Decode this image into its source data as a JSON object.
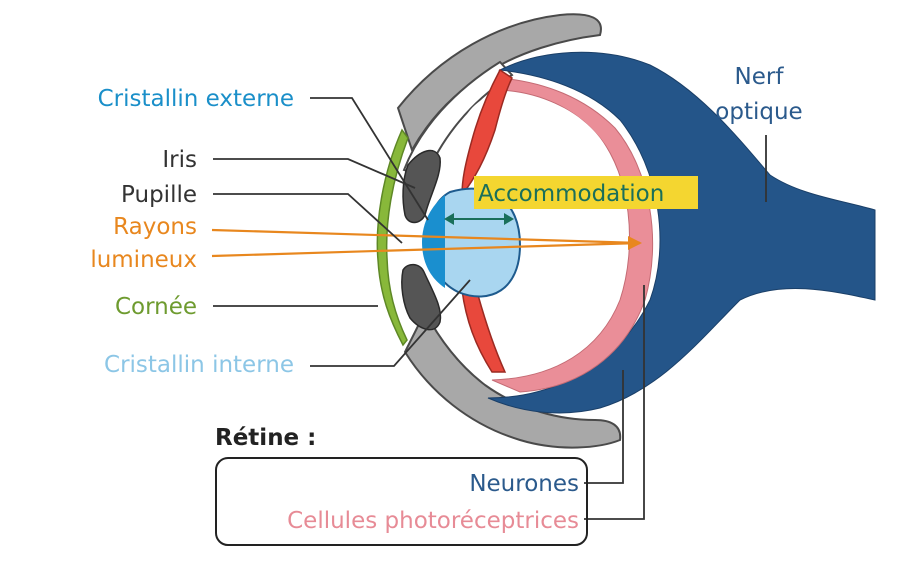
{
  "labels": {
    "cristallin_externe": "Cristallin externe",
    "iris": "Iris",
    "pupille": "Pupille",
    "rayons_line1": "Rayons",
    "rayons_line2": "lumineux",
    "cornee": "Cornée",
    "cristallin_interne": "Cristallin interne",
    "accommodation": "Accommodation",
    "nerf_line1": "Nerf",
    "nerf_line2": "optique",
    "retine_title": "Rétine :",
    "neurones": "Neurones",
    "photorecepteurs": "Cellules photoréceptrices"
  },
  "colors": {
    "label_dark": "#333333",
    "cristallin_externe": "#1a8fc9",
    "rayons": "#e8871e",
    "cornee": "#6e9b2f",
    "cristallin_interne": "#8cc6e6",
    "nerf": "#2b5a8c",
    "photorecepteurs": "#e78b96",
    "highlight_yellow": "#f4d630",
    "accommodation_text": "#1a6f5a"
  }
}
